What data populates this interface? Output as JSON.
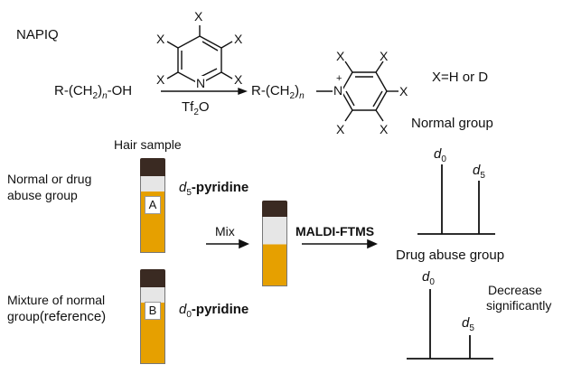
{
  "title": "NAPIQ",
  "reaction": {
    "reactant": {
      "prefix": "R-(CH",
      "sub": "2",
      "close": ")",
      "n": "n",
      "suffix": "-OH"
    },
    "reagent": "Tf",
    "reagent_sub": "2",
    "reagent_tail": "O",
    "product": {
      "prefix": "R-(CH",
      "sub": "2",
      "close": ")",
      "n": "n"
    },
    "ring_atom": "N",
    "cation": "+",
    "substituent": "X",
    "x_note": "X=H or D"
  },
  "labels": {
    "hair_sample": "Hair sample",
    "normal_or_drug_1": "Normal or drug",
    "normal_or_drug_2": "abuse group",
    "mixture_1": "Mixture of normal",
    "mixture_2a": "group",
    "mixture_2b": "(reference)",
    "vial_a": "A",
    "vial_b": "B",
    "d5_pyridine_d": "d",
    "d5_pyridine_sub": "5",
    "d5_pyridine_tail": "-pyridine",
    "d0_pyridine_d": "d",
    "d0_pyridine_sub": "0",
    "d0_pyridine_tail": "-pyridine",
    "mix": "Mix",
    "maldi": "MALDI-FTMS",
    "normal_group": "Normal group",
    "drug_abuse_group": "Drug abuse group",
    "decrease_1": "Decrease",
    "decrease_2": "significantly"
  },
  "spectra": {
    "normal": {
      "d0": {
        "d": "d",
        "sub": "0"
      },
      "d5": {
        "d": "d",
        "sub": "5"
      }
    },
    "drug": {
      "d0": {
        "d": "d",
        "sub": "0"
      },
      "d5": {
        "d": "d",
        "sub": "5"
      }
    }
  },
  "colors": {
    "liquid": "#e6a000",
    "liquid_dark": "#c47a00",
    "cap": "#3a2a22",
    "ink": "#111111"
  }
}
